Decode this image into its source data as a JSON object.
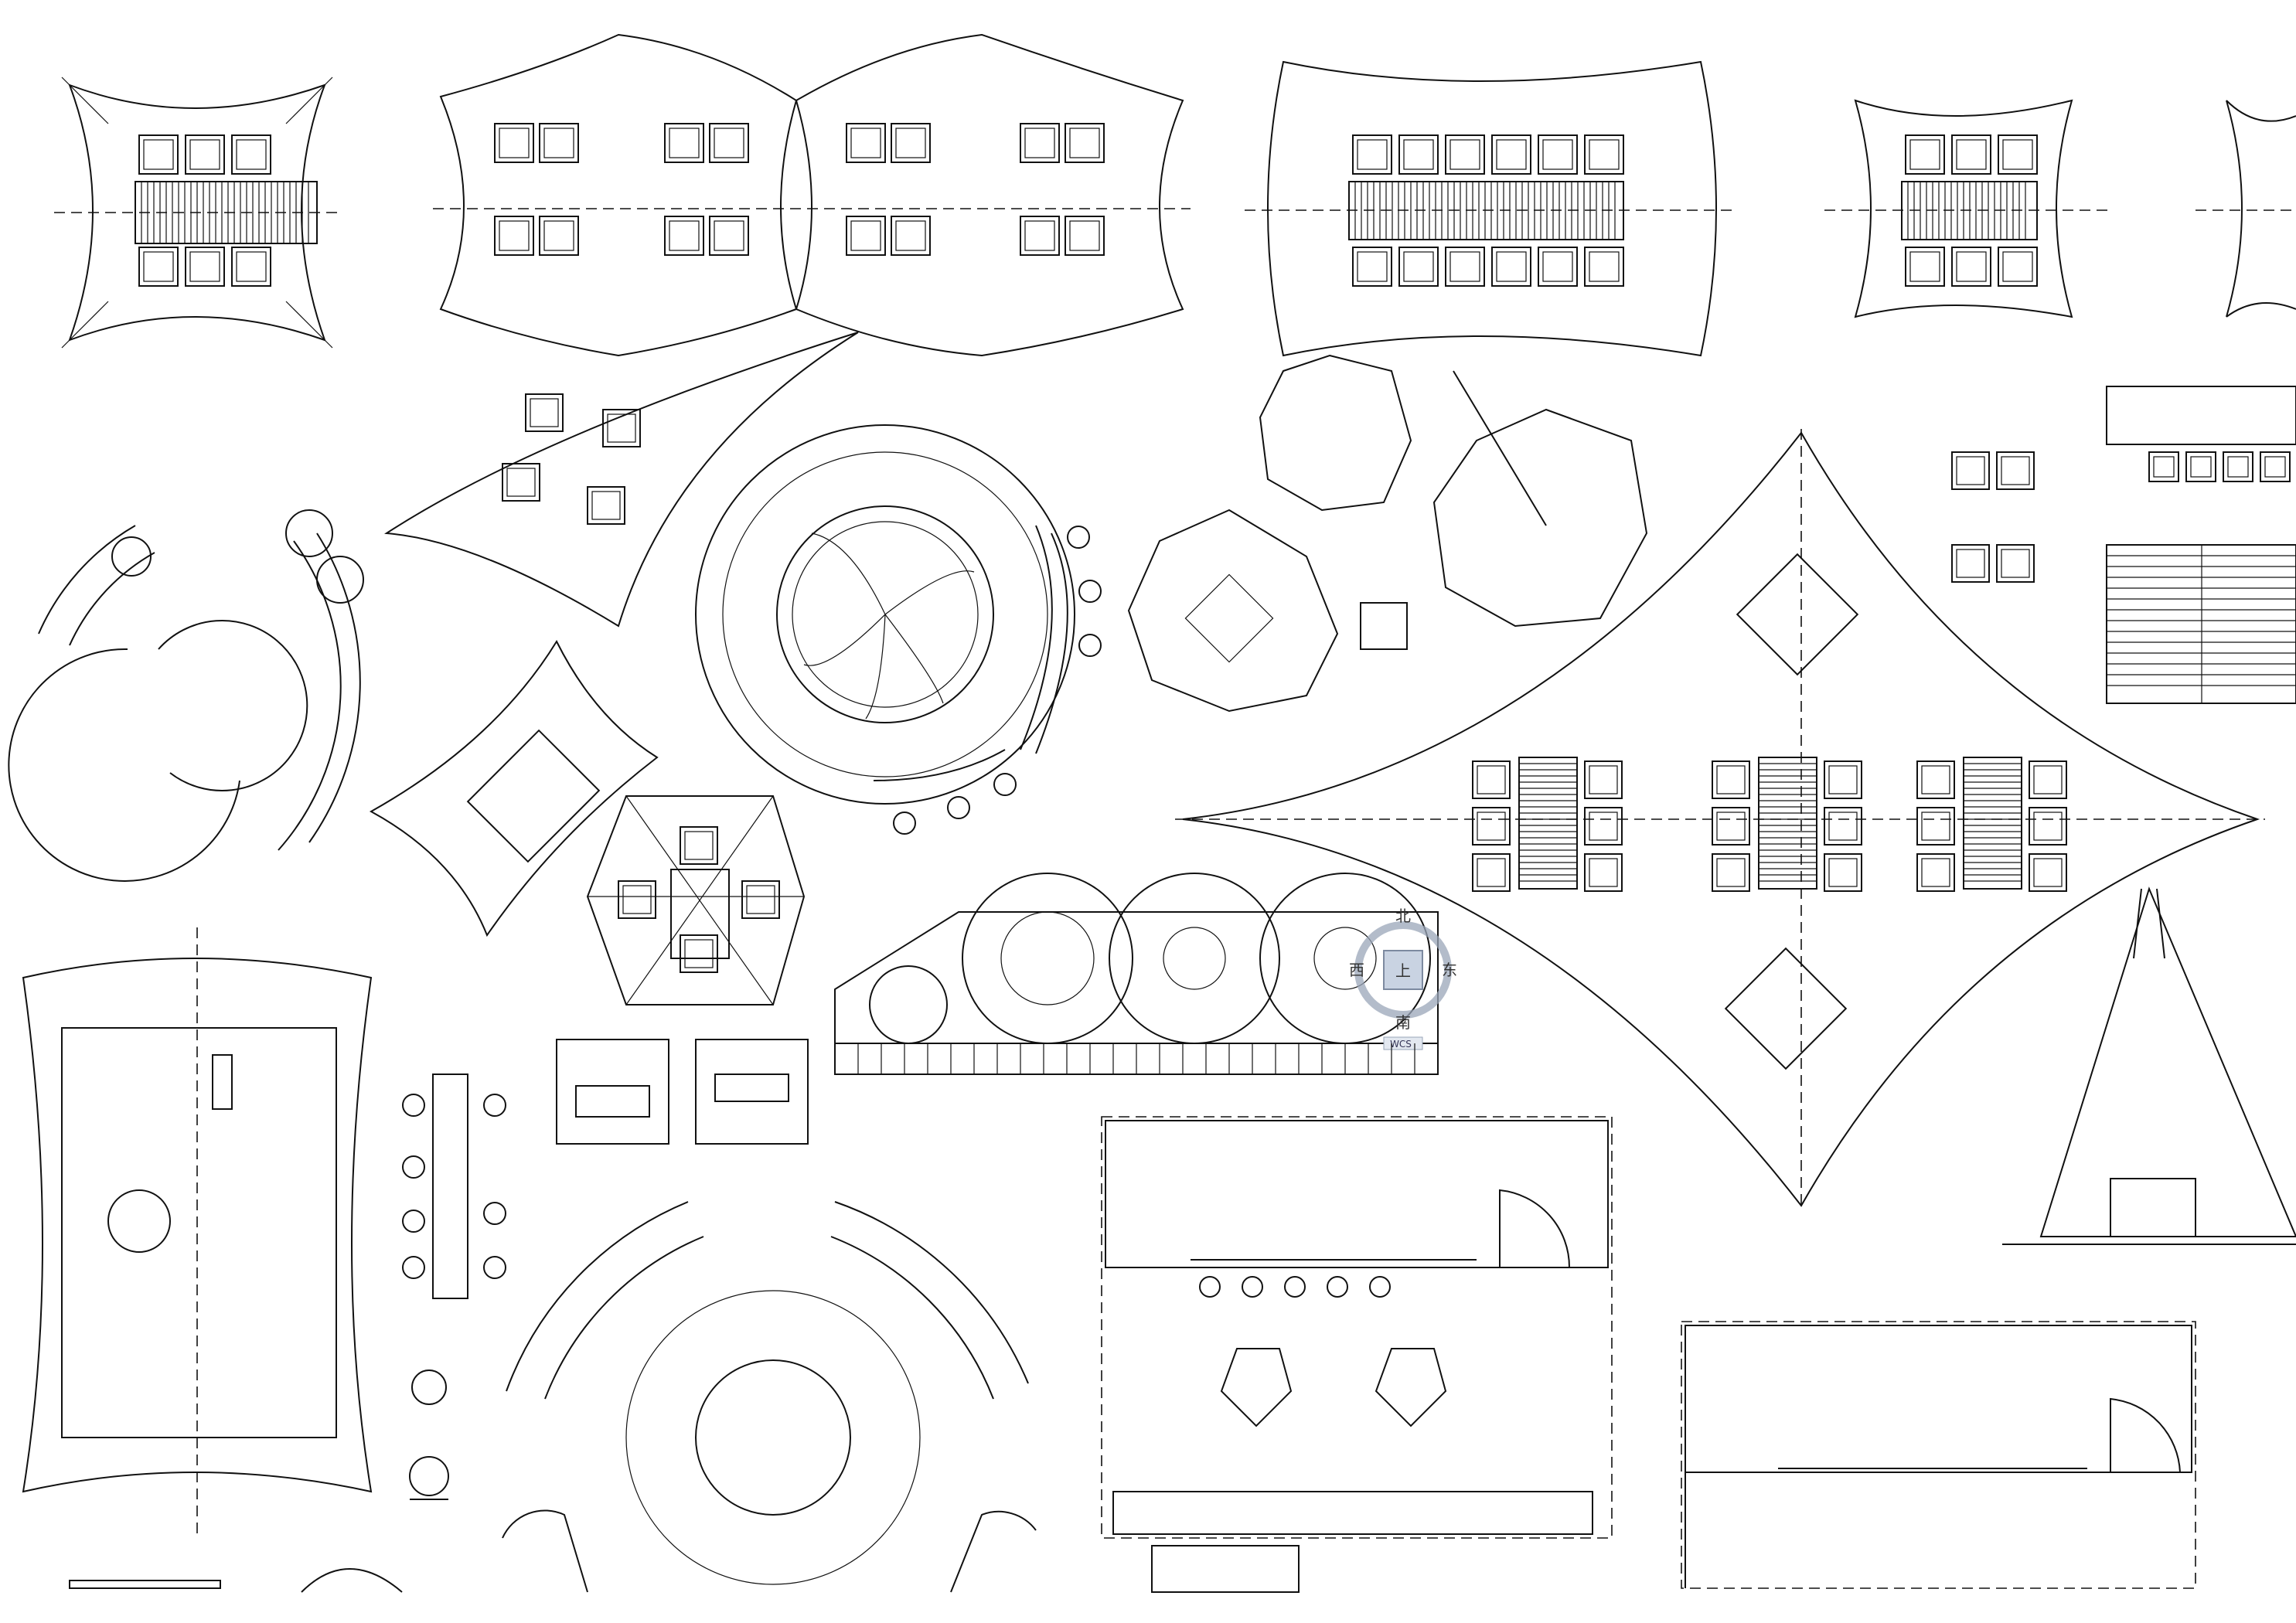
{
  "viewcube": {
    "north": "北",
    "south": "南",
    "east": "东",
    "west": "西",
    "face": "上",
    "wcs_label": "WCS"
  },
  "colors": {
    "background": "#ffffff",
    "linework": "#111111",
    "viewcube_ring": "#9aa6b8",
    "viewcube_face": "#c9d3e2"
  },
  "icons": [
    "viewcube-icon",
    "wcs-menu-icon",
    "tree-icon",
    "umbrella-icon",
    "chair-icon",
    "table-icon",
    "tent-icon",
    "firepit-icon",
    "person-icon",
    "drum-kit-icon",
    "keyboard-icon",
    "swing-icon",
    "bench-icon"
  ]
}
